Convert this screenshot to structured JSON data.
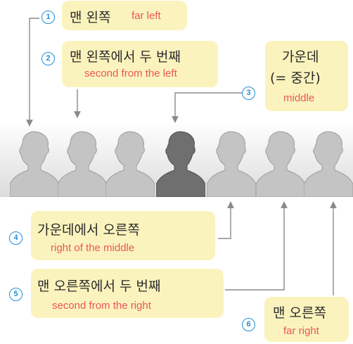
{
  "items": [
    {
      "num": "1",
      "ko": "맨 왼쪽",
      "en": "far left"
    },
    {
      "num": "2",
      "ko": "맨 왼쪽에서 두 번째",
      "en": "second from the left"
    },
    {
      "num": "3",
      "ko_line1": "가운데",
      "ko_line2": "(= 중간)",
      "en": "middle"
    },
    {
      "num": "4",
      "ko": "가운데에서 오른쪽",
      "en": "right of the middle"
    },
    {
      "num": "5",
      "ko": "맨 오른쪽에서 두 번째",
      "en": "second from the right"
    },
    {
      "num": "6",
      "ko": "맨 오른쪽",
      "en": "far right"
    }
  ],
  "colors": {
    "box": "#fbf3bd",
    "number": "#1f8fd6",
    "english": "#e8575a",
    "figure": "#c4c4c4",
    "figure_highlight": "#6f6f6f",
    "arrow": "#8a8a8a"
  },
  "figures": {
    "count": 7,
    "highlighted_index": 3
  }
}
